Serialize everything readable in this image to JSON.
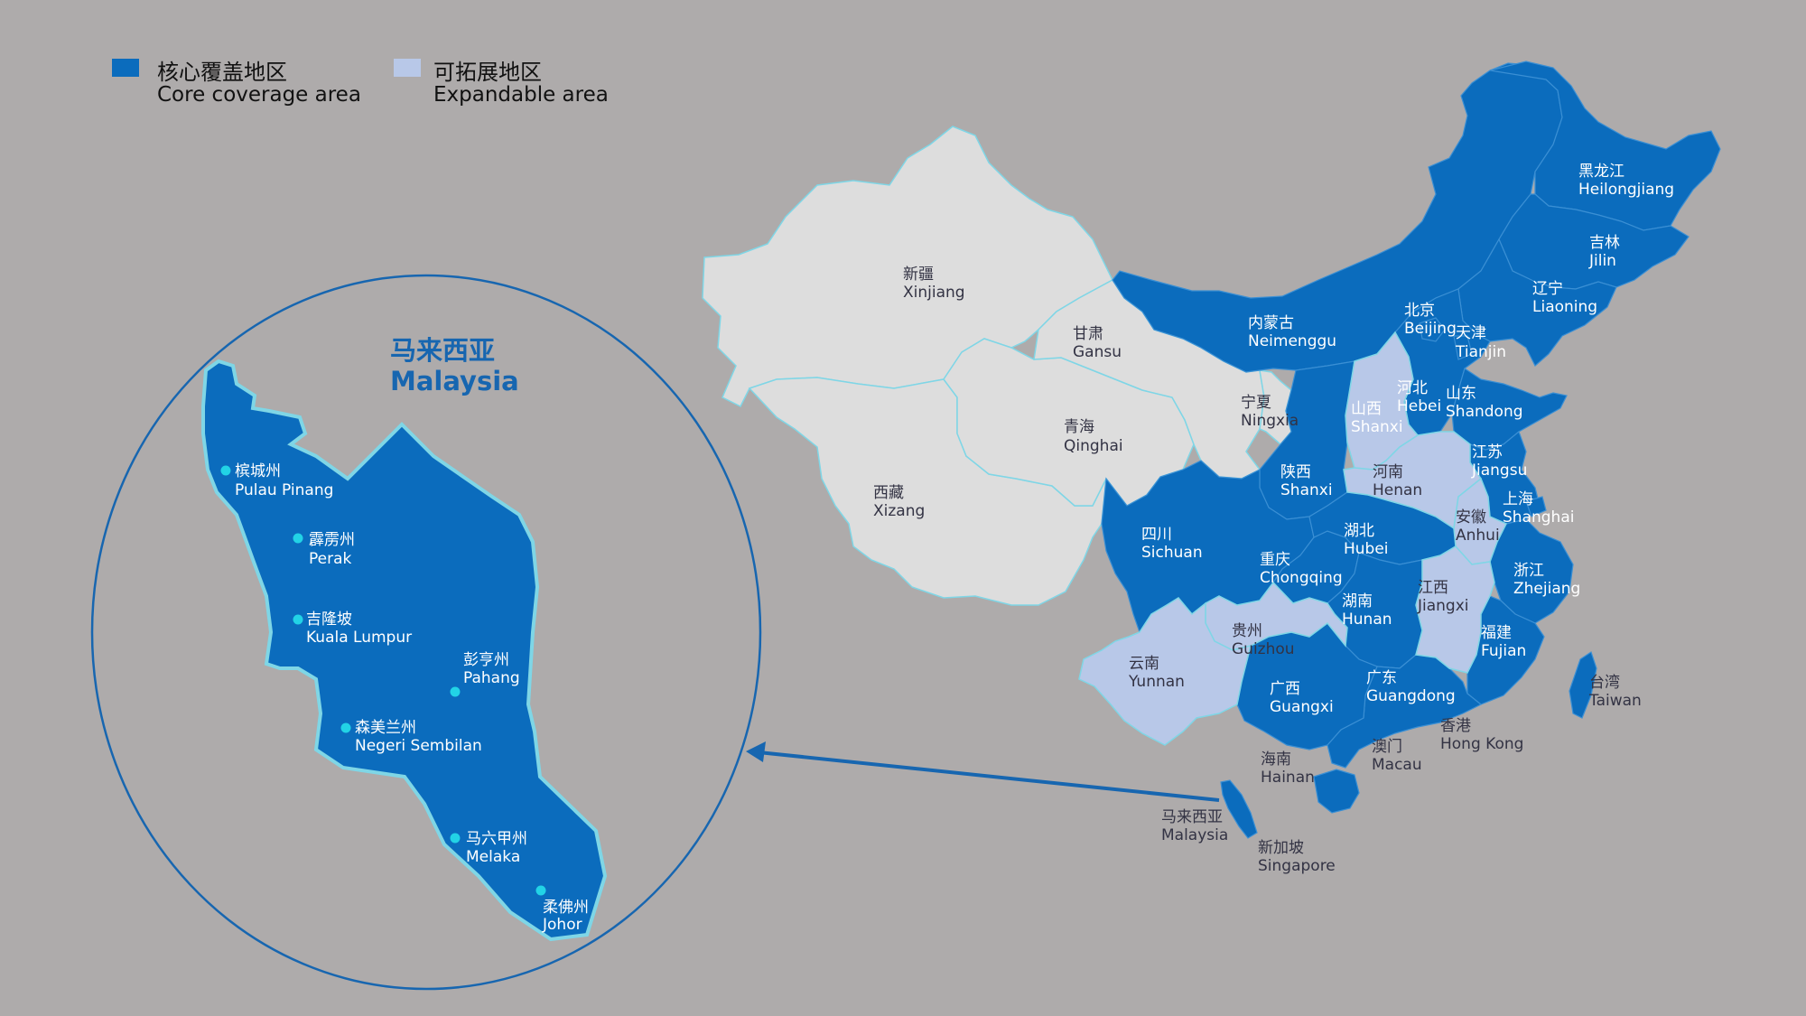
{
  "legend": {
    "core": {
      "zh": "核心覆盖地区",
      "en": "Core coverage area",
      "color": "#0b6cbd"
    },
    "expand": {
      "zh": "可拓展地区",
      "en": "Expandable area",
      "color": "#b8c8e8"
    }
  },
  "colors": {
    "background": "#aeabab",
    "core": "#0b6cbd",
    "expandable": "#b8c8e8",
    "uncovered": "#dddddd",
    "border_light": "#7fd6e6",
    "label_on_core": "#ffffff",
    "label_on_light": "#333344",
    "arrow": "#1766b0"
  },
  "map_labels": {
    "xinjiang": {
      "zh": "新疆",
      "en": "Xinjiang"
    },
    "xizang": {
      "zh": "西藏",
      "en": "Xizang"
    },
    "gansu": {
      "zh": "甘肃",
      "en": "Gansu"
    },
    "qinghai": {
      "zh": "青海",
      "en": "Qinghai"
    },
    "ningxia": {
      "zh": "宁夏",
      "en": "Ningxia"
    },
    "neimenggu": {
      "zh": "内蒙古",
      "en": "Neimenggu"
    },
    "heilongjiang": {
      "zh": "黑龙江",
      "en": "Heilongjiang"
    },
    "jilin": {
      "zh": "吉林",
      "en": "Jilin"
    },
    "liaoning": {
      "zh": "辽宁",
      "en": "Liaoning"
    },
    "beijing": {
      "zh": "北京",
      "en": "Beijing"
    },
    "tianjin": {
      "zh": "天津",
      "en": "Tianjin"
    },
    "hebei": {
      "zh": "河北",
      "en": "Hebei"
    },
    "shandong": {
      "zh": "山东",
      "en": "Shandong"
    },
    "shanxi1": {
      "zh": "山西",
      "en": "Shanxi"
    },
    "shaanxi": {
      "zh": "陕西",
      "en": "Shanxi"
    },
    "henan": {
      "zh": "河南",
      "en": "Henan"
    },
    "jiangsu": {
      "zh": "江苏",
      "en": "Jiangsu"
    },
    "shanghai": {
      "zh": "上海",
      "en": "Shanghai"
    },
    "anhui": {
      "zh": "安徽",
      "en": "Anhui"
    },
    "hubei": {
      "zh": "湖北",
      "en": "Hubei"
    },
    "sichuan": {
      "zh": "四川",
      "en": "Sichuan"
    },
    "chongqing": {
      "zh": "重庆",
      "en": "Chongqing"
    },
    "zhejiang": {
      "zh": "浙江",
      "en": "Zhejiang"
    },
    "jiangxi": {
      "zh": "江西",
      "en": "Jiangxi"
    },
    "hunan": {
      "zh": "湖南",
      "en": "Hunan"
    },
    "guizhou": {
      "zh": "贵州",
      "en": "Guizhou"
    },
    "yunnan": {
      "zh": "云南",
      "en": "Yunnan"
    },
    "fujian": {
      "zh": "福建",
      "en": "Fujian"
    },
    "guangxi": {
      "zh": "广西",
      "en": "Guangxi"
    },
    "guangdong": {
      "zh": "广东",
      "en": "Guangdong"
    },
    "taiwan": {
      "zh": "台湾",
      "en": "Taiwan"
    },
    "hongkong": {
      "zh": "香港",
      "en": "Hong Kong"
    },
    "macau": {
      "zh": "澳门",
      "en": "Macau"
    },
    "hainan": {
      "zh": "海南",
      "en": "Hainan"
    },
    "malaysia": {
      "zh": "马来西亚",
      "en": "Malaysia"
    },
    "singapore": {
      "zh": "新加坡",
      "en": "Singapore"
    }
  },
  "inset": {
    "title_zh": "马来西亚",
    "title_en": "Malaysia",
    "states": [
      {
        "zh": "槟城州",
        "en": "Pulau Pinang"
      },
      {
        "zh": "霹雳州",
        "en": "Perak"
      },
      {
        "zh": "吉隆坡",
        "en": "Kuala Lumpur"
      },
      {
        "zh": "彭亨州",
        "en": "Pahang"
      },
      {
        "zh": "森美兰州",
        "en": "Negeri Sembilan"
      },
      {
        "zh": "马六甲州",
        "en": "Melaka"
      },
      {
        "zh": "柔佛州",
        "en": "Johor"
      }
    ]
  }
}
